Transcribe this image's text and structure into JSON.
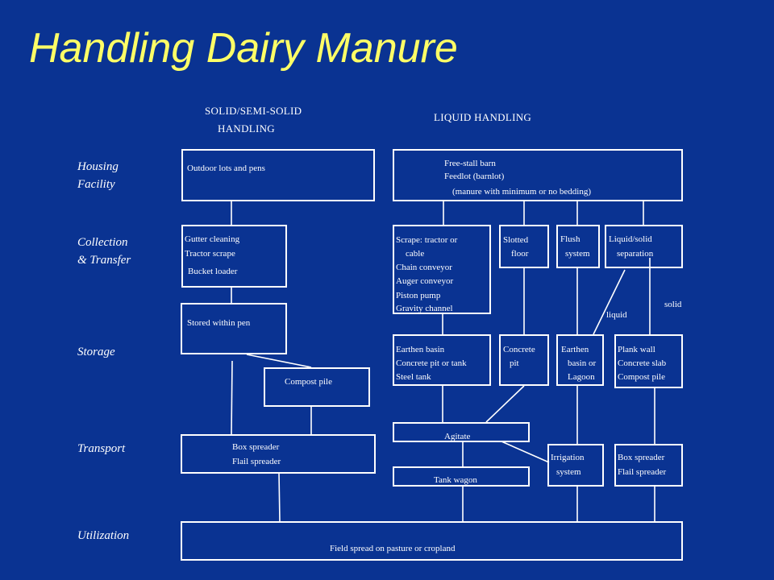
{
  "title": "Handling Dairy Manure",
  "headers": {
    "solid_line1": "SOLID/SEMI-SOLID",
    "solid_line2": "HANDLING",
    "liquid": "LIQUID HANDLING"
  },
  "rows": {
    "housing": [
      "Housing",
      "Facility"
    ],
    "collection": [
      "Collection",
      "& Transfer"
    ],
    "storage": "Storage",
    "transport": "Transport",
    "utilization": "Utilization"
  },
  "boxes": {
    "outdoor_lots": "Outdoor lots and pens",
    "free_stall": [
      "Free-stall barn",
      "Feedlot (barnlot)",
      "(manure with minimum or no bedding)"
    ],
    "gutter": [
      "Gutter cleaning",
      "Tractor scrape",
      "Bucket loader"
    ],
    "scrape": [
      "Scrape: tractor or",
      "cable",
      "Chain conveyor",
      "Auger conveyor",
      "Piston pump",
      "Gravity channel"
    ],
    "slotted": [
      "Slotted",
      "floor"
    ],
    "flush": [
      "Flush",
      "system"
    ],
    "liquid_solid": [
      "Liquid/solid",
      "separation"
    ],
    "stored_pen": "Stored within pen",
    "compost": "Compost pile",
    "earthen_basin": [
      "Earthen basin",
      "Concrete pit or tank",
      "Steel tank"
    ],
    "concrete_pit": [
      "Concrete",
      "pit"
    ],
    "earthen_lagoon": [
      "Earthen",
      "basin or",
      "Lagoon"
    ],
    "plank_wall": [
      "Plank wall",
      "Concrete slab",
      "Compost pile"
    ],
    "box_spreader_left": [
      "Box spreader",
      "Flail spreader"
    ],
    "agitate": "Agitate",
    "tank_wagon": "Tank wagon",
    "irrigation": [
      "Irrigation",
      "system"
    ],
    "box_spreader_right": [
      "Box spreader",
      "Flail spreader"
    ],
    "field_spread": "Field spread on pasture or cropland"
  },
  "line_labels": {
    "liquid": "liquid",
    "solid": "solid"
  }
}
